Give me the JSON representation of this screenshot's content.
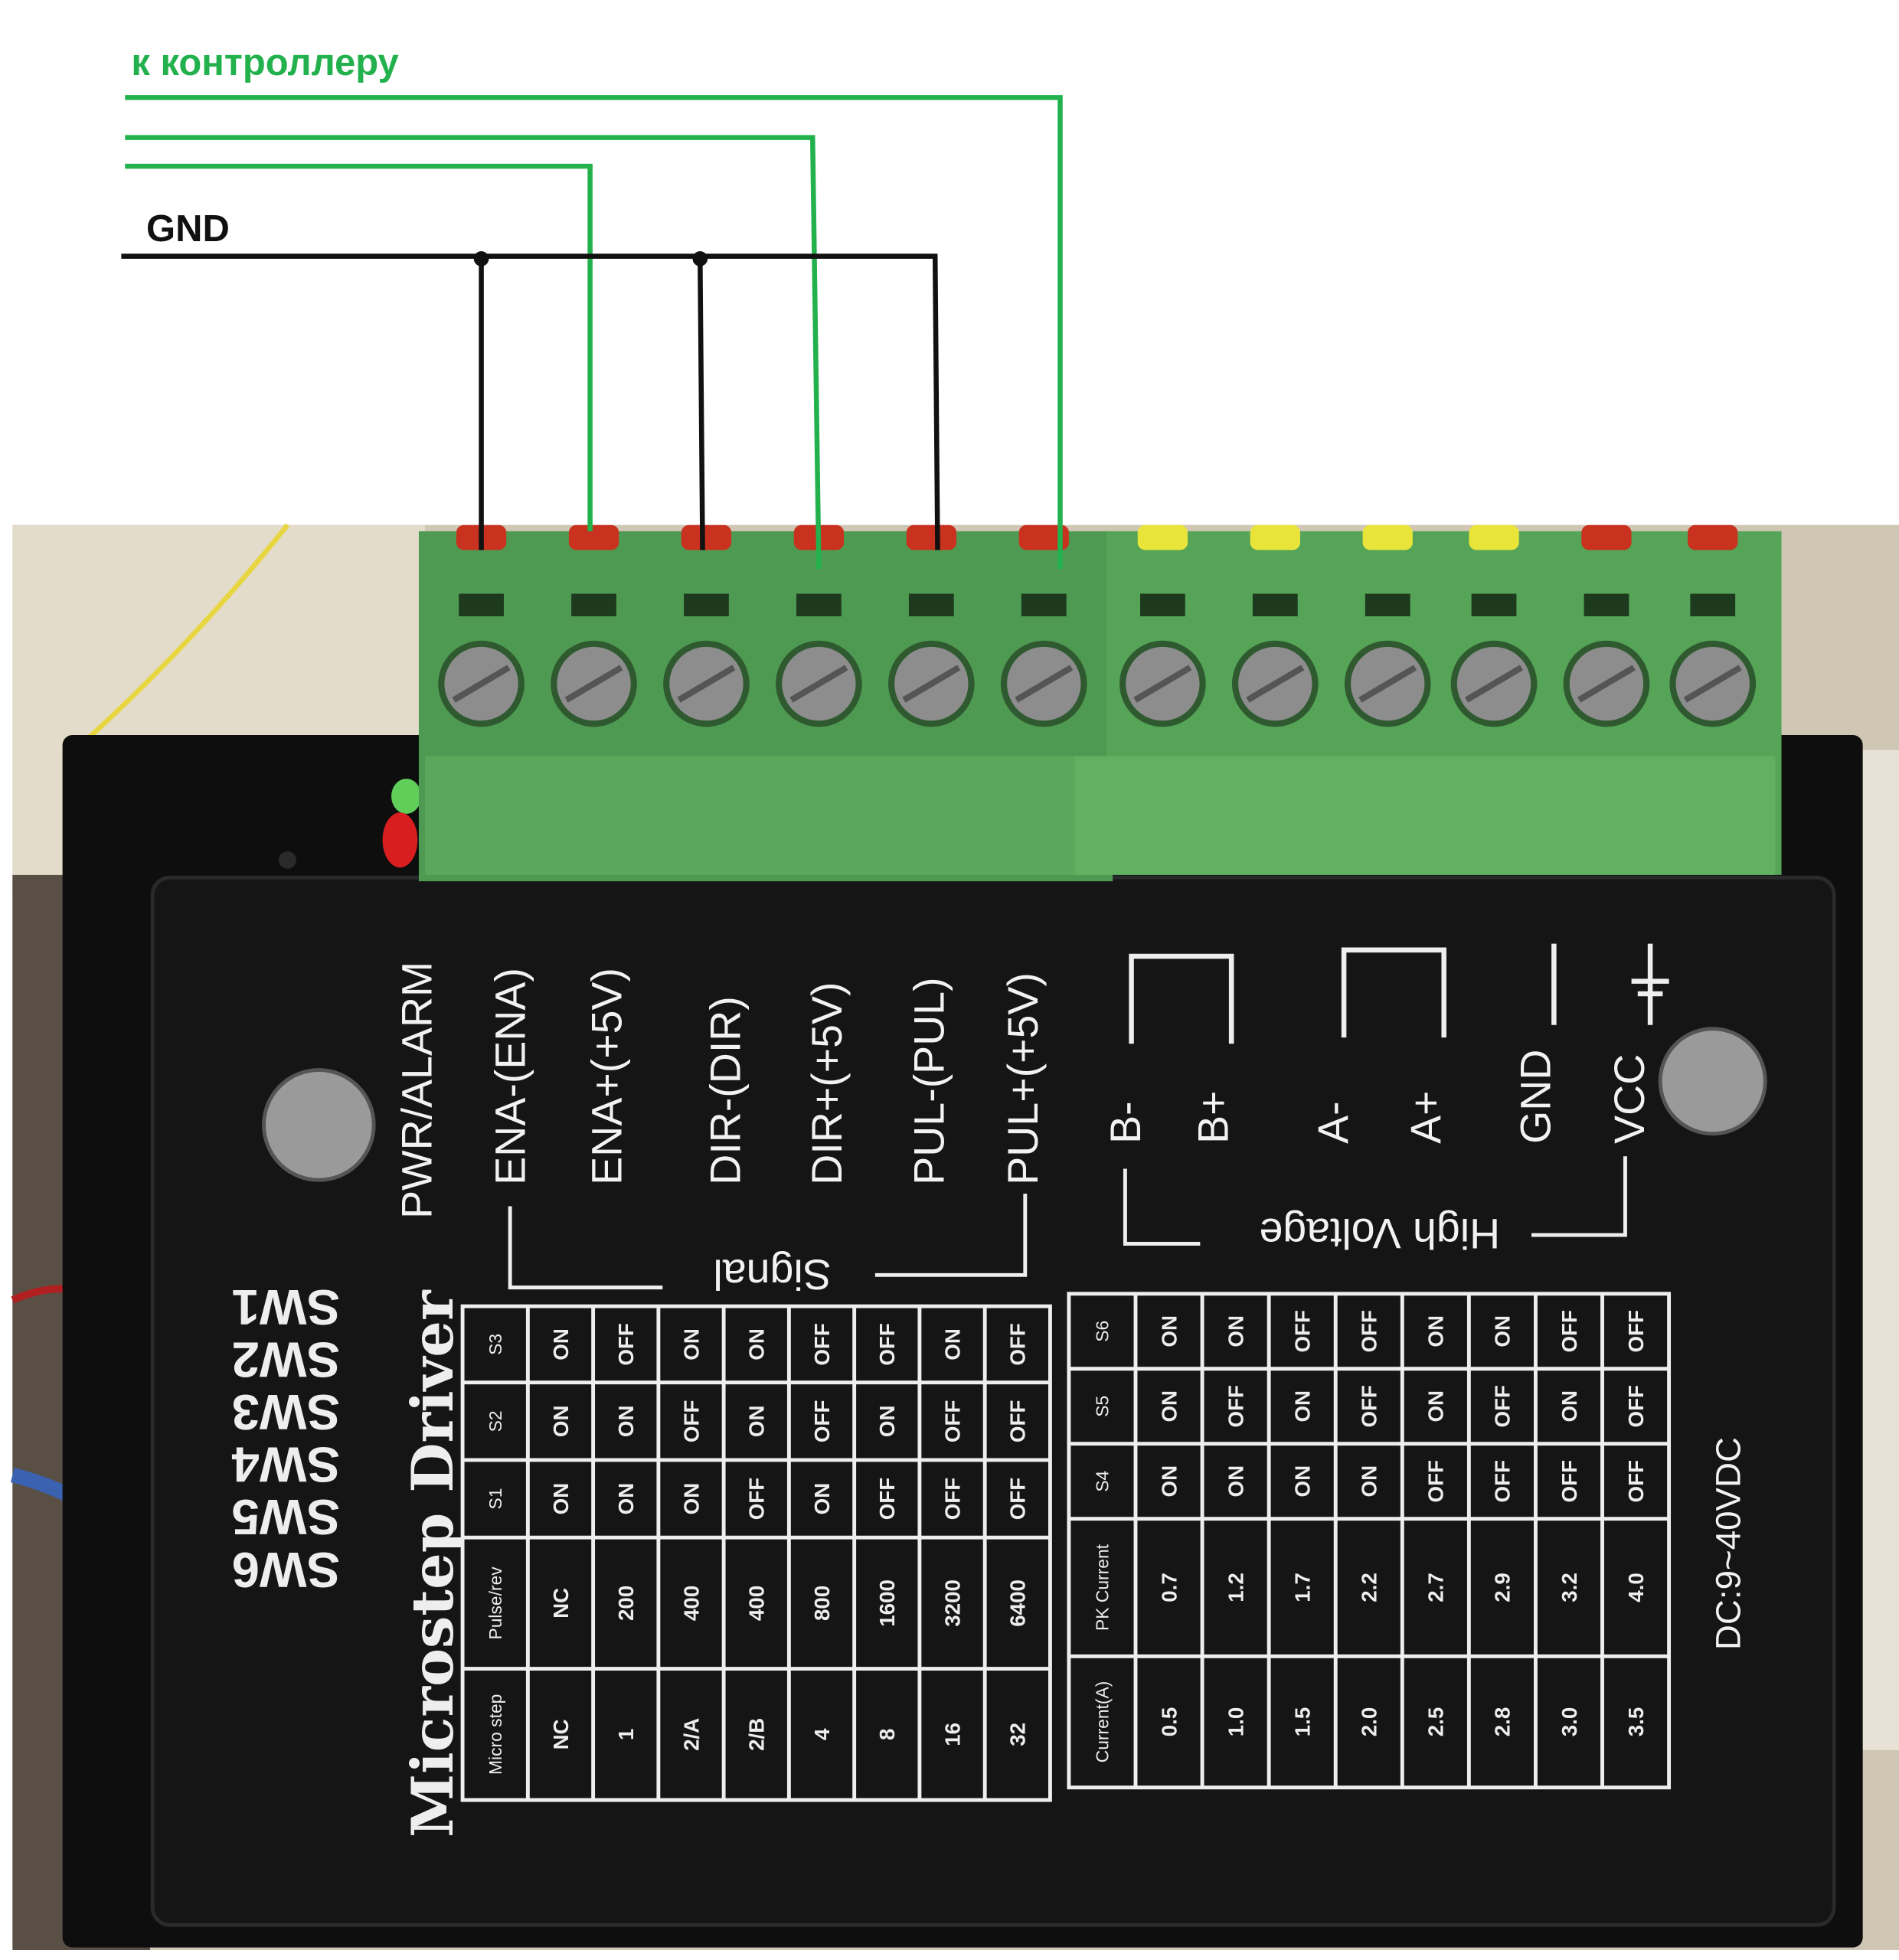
{
  "diagram": {
    "controller_label": "к контроллеру",
    "gnd_label": "GND",
    "wire_colors": {
      "signal": "#22b14c",
      "ground": "#111111"
    }
  },
  "driver": {
    "title": "Microstep Driver",
    "power_spec": "DC:9~40VDC",
    "led_label": "PWR/ALARM",
    "signal_group": "Signal",
    "high_voltage_group": "High Voltage",
    "signal_terminals": [
      "ENA-(ENA)",
      "ENA+(+5V)",
      "DIR-(DIR)",
      "DIR+(+5V)",
      "PUL-(PUL)",
      "PUL+(+5V)"
    ],
    "power_terminals": [
      "B-",
      "B+",
      "A-",
      "A+",
      "GND",
      "VCC"
    ],
    "switches": [
      "SW1",
      "SW2",
      "SW3",
      "SW4",
      "SW5",
      "SW6"
    ],
    "microstep_table": {
      "headers": [
        "Micro step",
        "Pulse/rev",
        "S1",
        "S2",
        "S3"
      ],
      "rows": [
        [
          "NC",
          "NC",
          "ON",
          "ON",
          "ON"
        ],
        [
          "1",
          "200",
          "ON",
          "ON",
          "OFF"
        ],
        [
          "2/A",
          "400",
          "ON",
          "OFF",
          "ON"
        ],
        [
          "2/B",
          "400",
          "OFF",
          "ON",
          "ON"
        ],
        [
          "4",
          "800",
          "ON",
          "OFF",
          "OFF"
        ],
        [
          "8",
          "1600",
          "OFF",
          "ON",
          "OFF"
        ],
        [
          "16",
          "3200",
          "OFF",
          "OFF",
          "ON"
        ],
        [
          "32",
          "6400",
          "OFF",
          "OFF",
          "OFF"
        ]
      ]
    },
    "current_table": {
      "headers": [
        "Current(A)",
        "PK Current",
        "S4",
        "S5",
        "S6"
      ],
      "rows": [
        [
          "0.5",
          "0.7",
          "ON",
          "ON",
          "ON"
        ],
        [
          "1.0",
          "1.2",
          "ON",
          "OFF",
          "ON"
        ],
        [
          "1.5",
          "1.7",
          "ON",
          "ON",
          "OFF"
        ],
        [
          "2.0",
          "2.2",
          "ON",
          "OFF",
          "OFF"
        ],
        [
          "2.5",
          "2.7",
          "OFF",
          "ON",
          "ON"
        ],
        [
          "2.8",
          "2.9",
          "OFF",
          "OFF",
          "ON"
        ],
        [
          "3.0",
          "3.2",
          "OFF",
          "ON",
          "OFF"
        ],
        [
          "3.5",
          "4.0",
          "OFF",
          "OFF",
          "OFF"
        ]
      ]
    }
  }
}
